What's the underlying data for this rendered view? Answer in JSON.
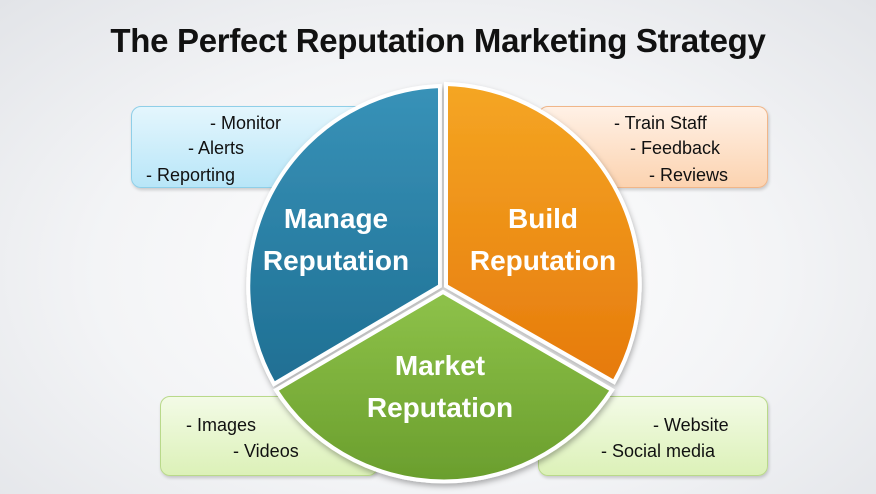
{
  "title": "The Perfect Reputation Marketing Strategy",
  "segments": {
    "manage": {
      "line1": "Manage",
      "line2": "Reputation",
      "color": "#2b7fa3"
    },
    "build": {
      "line1": "Build",
      "line2": "Reputation",
      "color": "#f0920e"
    },
    "market": {
      "line1": "Market",
      "line2": "Reputation",
      "color": "#7db13a"
    }
  },
  "cards": {
    "manage": [
      "- Monitor",
      "- Alerts",
      "- Reporting"
    ],
    "build": [
      "- Train Staff",
      "- Feedback",
      "- Reviews"
    ],
    "market_left": [
      "- Images",
      "- Videos"
    ],
    "market_right": [
      "- Website",
      "- Social media"
    ]
  }
}
